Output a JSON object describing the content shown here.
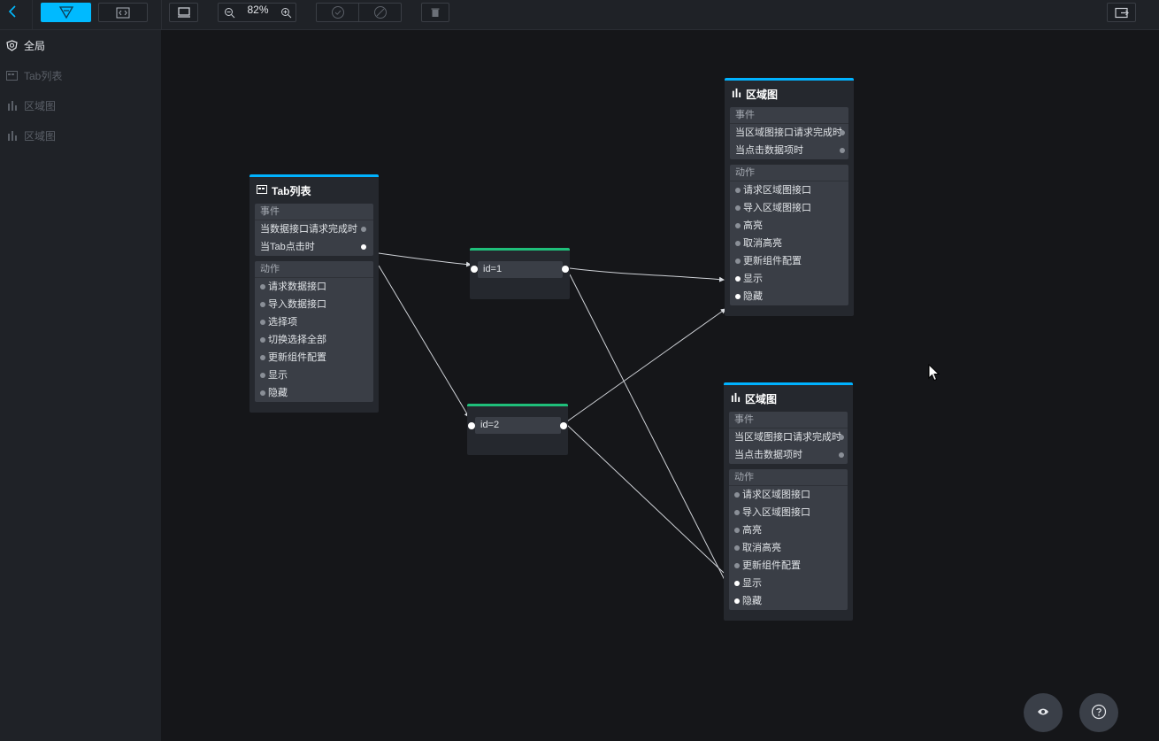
{
  "toolbar": {
    "zoom": "82%",
    "icons": [
      "back-chevron-icon",
      "blueprint-icon",
      "code-icon",
      "monitor-icon",
      "zoom-out-icon",
      "zoom-in-icon",
      "check-icon",
      "ban-icon",
      "trash-icon",
      "exit-icon"
    ]
  },
  "sidebar": {
    "items": [
      {
        "label": "全局",
        "icon": "globe-shield-icon"
      },
      {
        "label": "Tab列表",
        "icon": "tab-list-icon"
      },
      {
        "label": "区域图",
        "icon": "bar-chart-icon"
      },
      {
        "label": "区域图",
        "icon": "bar-chart-icon"
      }
    ]
  },
  "nodes": {
    "tab": {
      "title": "Tab列表",
      "events_title": "事件",
      "events": [
        "当数据接口请求完成时",
        "当Tab点击时"
      ],
      "actions_title": "动作",
      "actions": [
        "请求数据接口",
        "导入数据接口",
        "选择项",
        "切换选择全部",
        "更新组件配置",
        "显示",
        "隐藏"
      ]
    },
    "area1": {
      "title": "区域图",
      "events_title": "事件",
      "events": [
        "当区域图接口请求完成时",
        "当点击数据项时"
      ],
      "actions_title": "动作",
      "actions": [
        "请求区域图接口",
        "导入区域图接口",
        "高亮",
        "取消高亮",
        "更新组件配置",
        "显示",
        "隐藏"
      ]
    },
    "area2": {
      "title": "区域图",
      "events_title": "事件",
      "events": [
        "当区域图接口请求完成时",
        "当点击数据项时"
      ],
      "actions_title": "动作",
      "actions": [
        "请求区域图接口",
        "导入区域图接口",
        "高亮",
        "取消高亮",
        "更新组件配置",
        "显示",
        "隐藏"
      ]
    }
  },
  "filters": {
    "f1": {
      "label": "id=1"
    },
    "f2": {
      "label": "id=2"
    }
  },
  "colors": {
    "accent": "#00baff",
    "node_top": "#00b2ff",
    "filter_top": "#1fbf7a"
  }
}
